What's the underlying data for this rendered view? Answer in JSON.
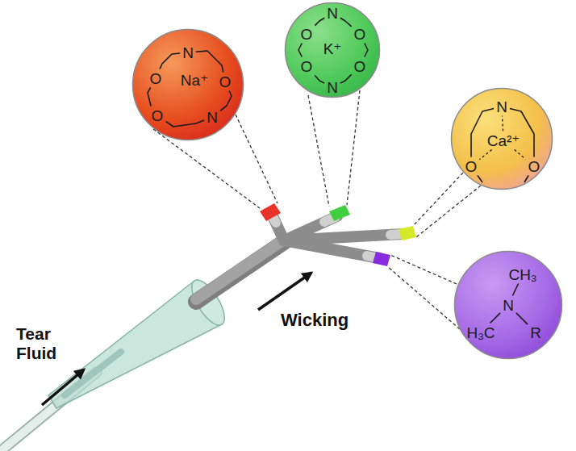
{
  "diagram": {
    "nodes": [
      {
        "text": [
          "N",
          "O",
          "Na⁺",
          "O",
          "O",
          "N"
        ]
      },
      {
        "text": [
          "N",
          "O",
          "O",
          "K⁺",
          "O",
          "O",
          "N"
        ]
      },
      {
        "text": [
          "N",
          "Ca²⁺",
          "O",
          "O"
        ]
      },
      {
        "text": [
          "CH₃",
          "N",
          "H₃C",
          "R"
        ]
      }
    ],
    "labels": [
      "Tear Fluid",
      "Wicking"
    ]
  }
}
